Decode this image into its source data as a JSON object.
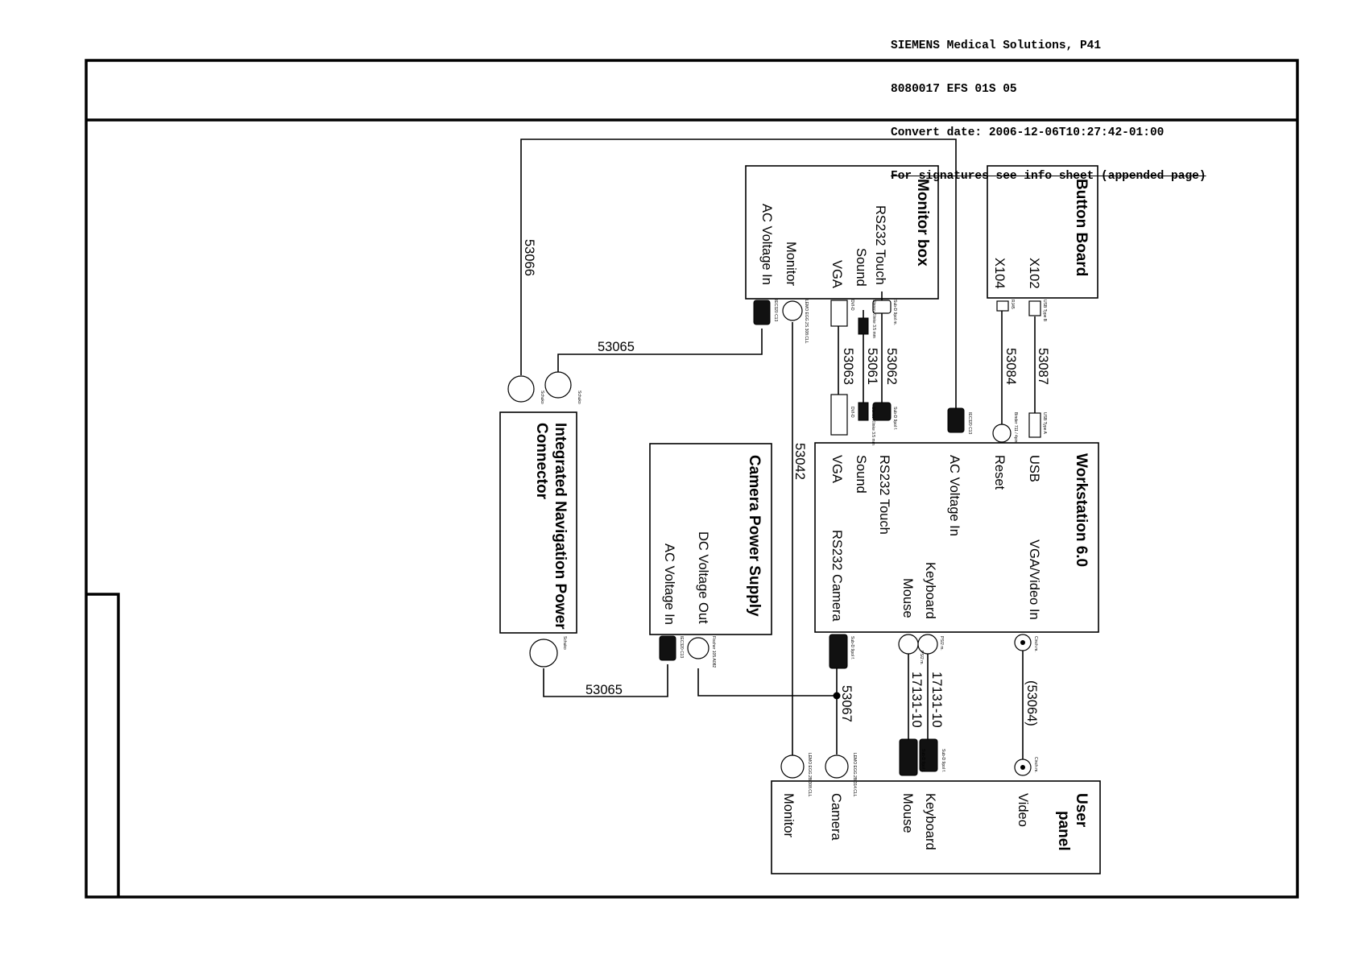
{
  "header": {
    "line1": "SIEMENS Medical Solutions, P41",
    "line2": "8080017 EFS 01S 05",
    "line3": "Convert date: 2006-12-06T10:27:42-01:00",
    "line4": "For signatures see info sheet (appended page)"
  },
  "blocks": {
    "monitor_box": {
      "title": "Monitor box",
      "ports": [
        "RS232 Touch",
        "Sound",
        "VGA",
        "Monitor",
        "AC Voltage In"
      ]
    },
    "button_board": {
      "title": "Button Board",
      "ports": [
        "X102",
        "X104"
      ]
    },
    "workstation": {
      "title": "Workstation 6.0",
      "ports": [
        "USB",
        "Reset",
        "AC Voltage In",
        "RS232 Touch",
        "Sound",
        "VGA",
        "VGA/Video In",
        "Keyboard",
        "Mouse",
        "RS232 Camera"
      ]
    },
    "camera_psu": {
      "title": "Camera Power Supply",
      "ports": [
        "DC Voltage Out",
        "AC Voltage In"
      ]
    },
    "inpc": {
      "title_line1": "Integrated Navigation Power",
      "title_line2": "Connector"
    },
    "user_panel": {
      "title_line1": "User",
      "title_line2": "panel",
      "ports": [
        "Video",
        "Keyboard",
        "Mouse",
        "Camera",
        "Monitor"
      ]
    }
  },
  "cables": {
    "c53066": "53066",
    "c53065_top": "53065",
    "c53065_bottom": "53065",
    "c53062": "53062",
    "c53061": "53061",
    "c53063": "53063",
    "c53087": "53087",
    "c53084": "53084",
    "c53042": "53042",
    "c53067": "53067",
    "c53064": "(53064)",
    "c17131_kb": "17131-10",
    "c17131_mouse": "17131-10"
  },
  "connector_labels": {
    "subd_9m": "Sub-D 9pol m.",
    "subd_9f": "Sub-D 9pol f.",
    "stereo_m": "Stereo Klinke 3.5 mm",
    "stereo_f": "Stereo Klinke 3.5 mm",
    "dvi_d1": "DVI-D",
    "dvi_d2": "DVI-D",
    "lemo_mon": "LEMO EGG.2S.308.CLL",
    "iec_c13": "IEC320 C13",
    "iec_c13_b": "IEC320 C13",
    "iec_c13_c": "IEC320 C13",
    "usb_b": "USB Type B",
    "usb_a": "USB Type A",
    "rj45": "RJ45",
    "binder": "Binder 711 / 4pin",
    "schuko1": "Schuko",
    "schuko2": "Schuko",
    "schuko3": "Schuko",
    "cinch_ws": "Cinch m.",
    "cinch_up": "Cinch m.",
    "ps2_kb": "PS/2 m.",
    "ps2_mouse": "PS/2 m.",
    "subd_kb": "Sub-D 9pol f.",
    "subd_mouse": "Sub-D 9pol f.",
    "subd_cam": "Sub-D 9pol f.",
    "lemo_cam": "LEMO EGG.2B.314.CLL",
    "lemo_mon_up": "LEMO EGG.2B.308.CLL",
    "fischer": "Fischer 105.A082"
  }
}
